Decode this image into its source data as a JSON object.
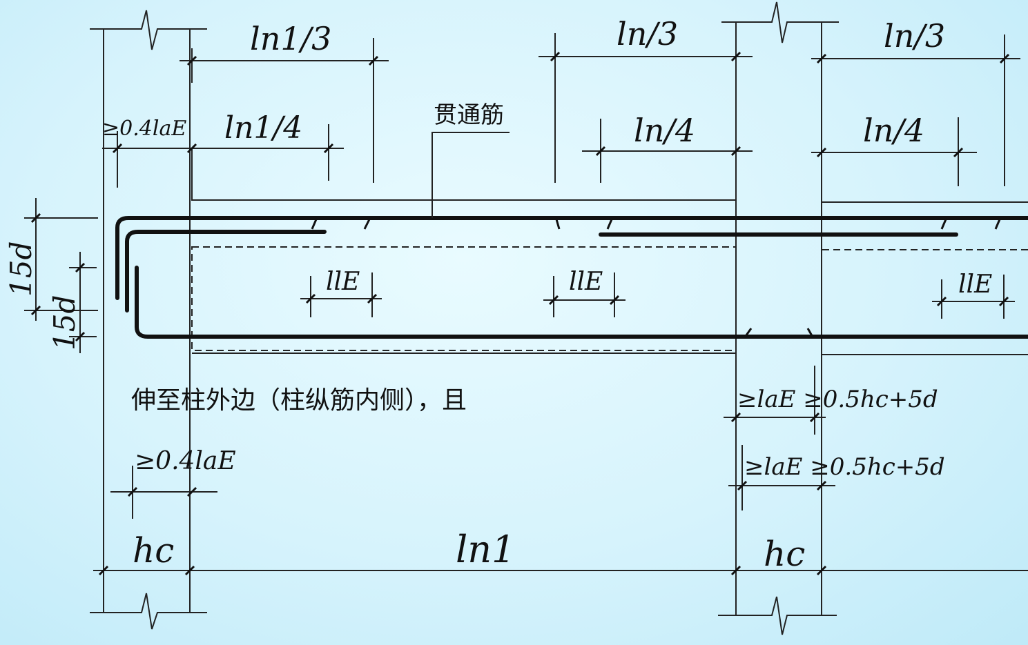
{
  "labels": {
    "ln1_third": "ln1/3",
    "ln1_quarter": "ln1/4",
    "ln_third_mid": "ln/3",
    "ln_quarter_mid": "ln/4",
    "ln_third_right": "ln/3",
    "ln_quarter_right": "ln/4",
    "anchor_top_left": "≥0.4laE",
    "through_bar": "贯通筋",
    "lap_1": "llE",
    "lap_2": "llE",
    "lap_3": "llE",
    "hook_15d_outer": "15d",
    "hook_15d_inner": "15d",
    "note_line1": "伸至柱外边（柱纵筋内侧），且",
    "anchor_bottom_left": "≥0.4laE",
    "anchor_mid_top": "≥laE ≥0.5hc+5d",
    "anchor_mid_bottom": "≥laE ≥0.5hc+5d",
    "hc_left": "hc",
    "span_ln1": "ln1",
    "hc_mid": "hc"
  }
}
